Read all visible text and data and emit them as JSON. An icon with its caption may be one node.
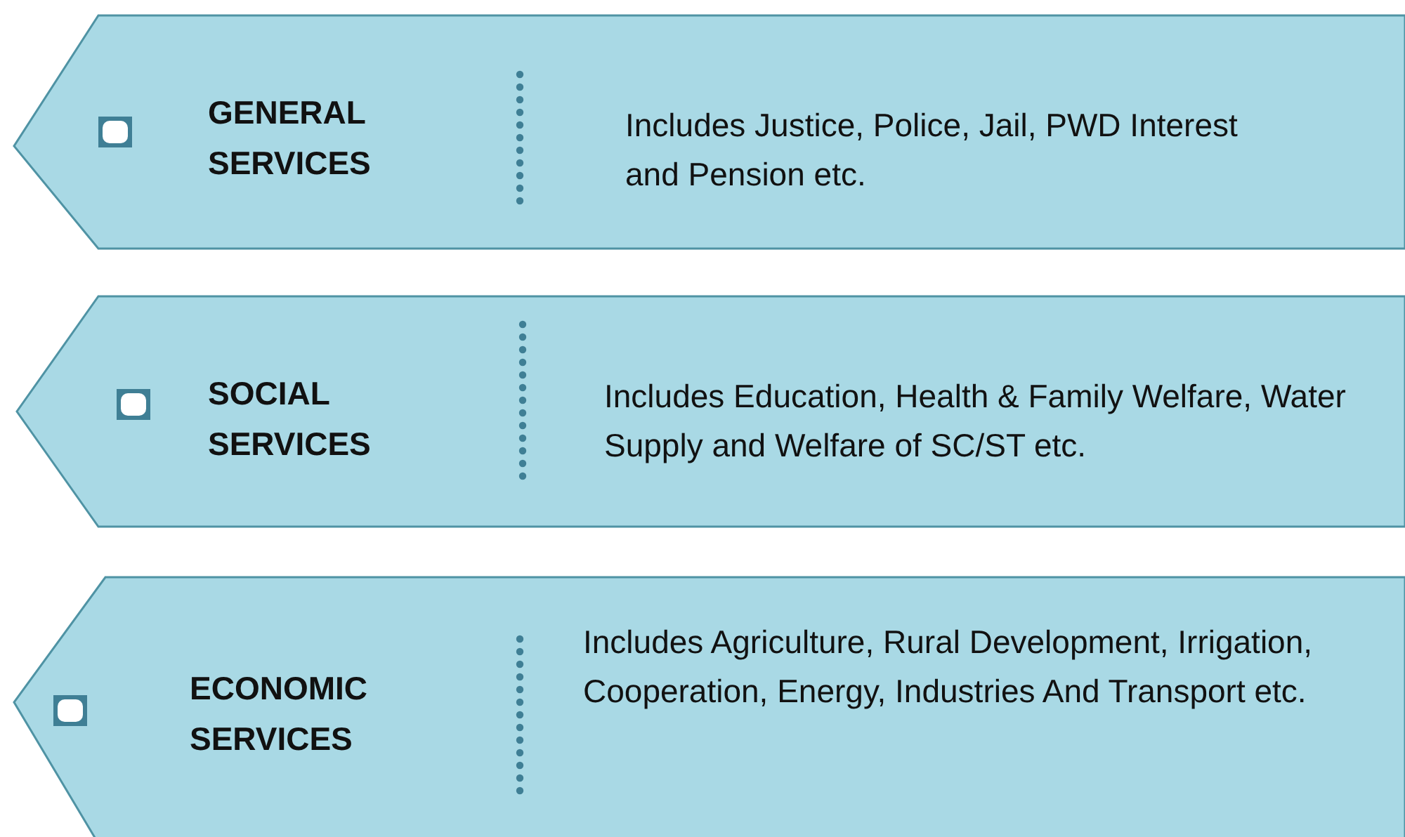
{
  "diagram": {
    "nodes": [
      {
        "text": [
          "GENERAL SERVICES",
          "Includes Justice, Police, Jail, PWD Interest and Pension etc."
        ]
      },
      {
        "text": [
          "SOCIAL SERVICES",
          "Includes Education, Health & Family Welfare, Water Supply and Welfare of SC/ST etc."
        ]
      },
      {
        "text": [
          "ECONOMIC SERVICES",
          "Includes Agriculture, Rural Development, Irrigation, Cooperation, Energy, Industries And Transport etc."
        ]
      }
    ]
  }
}
